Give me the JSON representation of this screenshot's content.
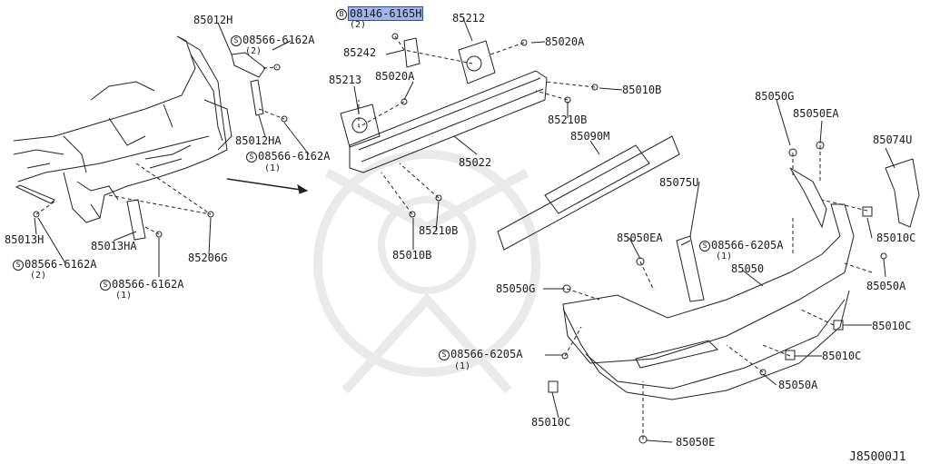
{
  "diagram_code": "J85000J1",
  "selected_part": "08146-6165H",
  "parts": {
    "p85012H": "85012H",
    "p85012HA": "85012HA",
    "p85013H": "85013H",
    "p85013HA": "85013HA",
    "p85206G": "85206G",
    "p85242": "85242",
    "p85212": "85212",
    "p85213": "85213",
    "p85020A_1": "85020A",
    "p85020A_2": "85020A",
    "p85010B_1": "85010B",
    "p85010B_2": "85010B",
    "p85210B_1": "85210B",
    "p85210B_2": "85210B",
    "p85022": "85022",
    "p85090M": "85090M",
    "p85050G_1": "85050G",
    "p85050G_2": "85050G",
    "p85050EA_1": "85050EA",
    "p85050EA_2": "85050EA",
    "p85074U": "85074U",
    "p85075U": "85075U",
    "p85050": "85050",
    "p85010C_1": "85010C",
    "p85010C_2": "85010C",
    "p85010C_3": "85010C",
    "p85010C_4": "85010C",
    "p85050A_1": "85050A",
    "p85050A_2": "85050A",
    "p85050E": "85050E"
  },
  "bolts": {
    "b1": {
      "symbol": "S",
      "number": "08566-6162A",
      "qty": "(2)"
    },
    "b2": {
      "symbol": "S",
      "number": "08566-6162A",
      "qty": "(1)"
    },
    "b3": {
      "symbol": "S",
      "number": "08566-6162A",
      "qty": "(2)"
    },
    "b4": {
      "symbol": "S",
      "number": "08566-6162A",
      "qty": "(1)"
    },
    "b5": {
      "symbol": "B",
      "number": "08146-6165H",
      "qty": "(2)"
    },
    "b6": {
      "symbol": "S",
      "number": "08566-6205A",
      "qty": "(1)"
    },
    "b7": {
      "symbol": "S",
      "number": "08566-6205A",
      "qty": "(1)"
    }
  },
  "colors": {
    "line": "#222222",
    "highlight": "#9fb6e8",
    "highlight_border": "#2b4cb0"
  }
}
